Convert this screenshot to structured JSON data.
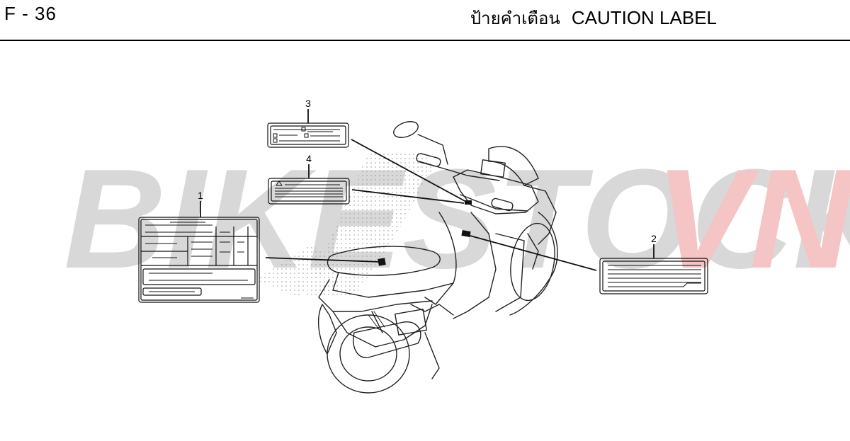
{
  "header": {
    "page_code": "F - 36",
    "title_thai": "ป้ายคำเตือน",
    "title_en": "CAUTION LABEL"
  },
  "watermark": {
    "part1": "BIKESTOCK",
    "part2": "VN",
    "color1": "#d8d8d8",
    "color2": "#f5c4c4"
  },
  "callouts": [
    "1",
    "2",
    "3",
    "4"
  ]
}
